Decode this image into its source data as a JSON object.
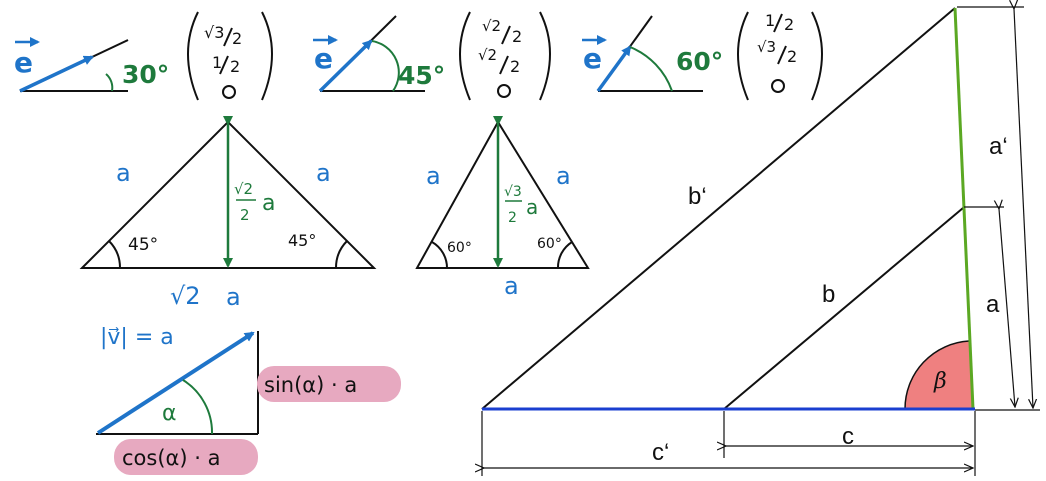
{
  "colors": {
    "blue": "#1f74c9",
    "green": "#1e7a3c",
    "lime": "#5ba823",
    "pink": "#e7a9c0",
    "beta_fill": "#ef8080",
    "base_blue": "#1a3fd0"
  },
  "unit_vectors": [
    {
      "vec": "e",
      "angle": "30°",
      "cos_sqrt": "√3",
      "cos_den": "2",
      "sin_num": "1",
      "sin_den": "2",
      "zero": "O"
    },
    {
      "vec": "e",
      "angle": "45°",
      "cos_sqrt": "√2",
      "cos_den": "2",
      "sin_sqrt": "√2",
      "sin_den": "2",
      "zero": "O"
    },
    {
      "vec": "e",
      "angle": "60°",
      "cos_num": "1",
      "cos_den": "2",
      "sin_sqrt": "√3",
      "sin_den": "2",
      "zero": "O"
    }
  ],
  "triangle_45": {
    "side_left": "a",
    "side_right": "a",
    "angle_left": "45°",
    "angle_right": "45°",
    "height_sqrt": "√2",
    "height_den": "2",
    "height_var": "a",
    "base_sqrt": "√2",
    "base_var": "a"
  },
  "triangle_60": {
    "side_left": "a",
    "side_right": "a",
    "angle_left": "60°",
    "angle_right": "60°",
    "height_sqrt": "√3",
    "height_den": "2",
    "height_var": "a",
    "base": "a"
  },
  "vector_components": {
    "magnitude": "|v⃗| = a",
    "angle": "α",
    "vertical": "sin(α) · a",
    "horizontal": "cos(α) · a"
  },
  "similar_triangles": {
    "a_prime": "a‘",
    "a": "a",
    "b_prime": "b‘",
    "b": "b",
    "c_prime": "c‘",
    "c": "c",
    "beta": "β"
  }
}
